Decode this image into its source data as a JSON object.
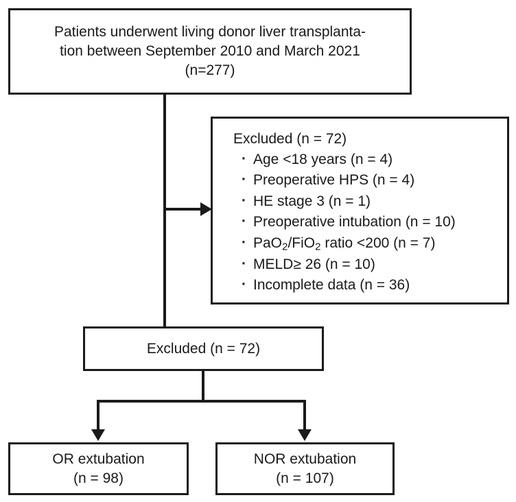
{
  "diagram": {
    "type": "patient-flow-chart",
    "nodes": {
      "enrolled": {
        "line1": "Patients underwent living donor liver transplanta-",
        "line2": "tion between September 2010 and March 2021",
        "line3": "(n=277)",
        "count": 277
      },
      "exclusion_criteria": {
        "header": "Excluded (n = 72)",
        "total": 72,
        "items": [
          {
            "label": "Age <18 years (n = 4)",
            "count": 4
          },
          {
            "label": "Preoperative HPS (n = 4)",
            "count": 4
          },
          {
            "label": "HE stage 3 (n = 1)",
            "count": 1
          },
          {
            "label": "Preoperative intubation (n = 10)",
            "count": 10
          },
          {
            "label": "PaO2/FiO2 ratio <200 (n = 7)",
            "count": 7
          },
          {
            "label": "MELD≥ 26 (n = 10)",
            "count": 10
          },
          {
            "label": "Incomplete data (n = 36)",
            "count": 36
          }
        ],
        "pao2_prefix": "PaO",
        "pao2_sub": "2",
        "pao2_mid": "/FiO",
        "fio2_sub": "2",
        "pao2_suffix": " ratio <200 (n = 7)"
      },
      "excluded_total": {
        "label": "Excluded (n = 72)",
        "count": 72
      },
      "or_extubation": {
        "line1": "OR extubation",
        "line2": "(n = 98)",
        "count": 98
      },
      "nor_extubation": {
        "line1": "NOR extubation",
        "line2": "(n = 107)",
        "count": 107
      }
    },
    "colors": {
      "stroke": "#1a1a1a",
      "background": "#ffffff"
    }
  }
}
